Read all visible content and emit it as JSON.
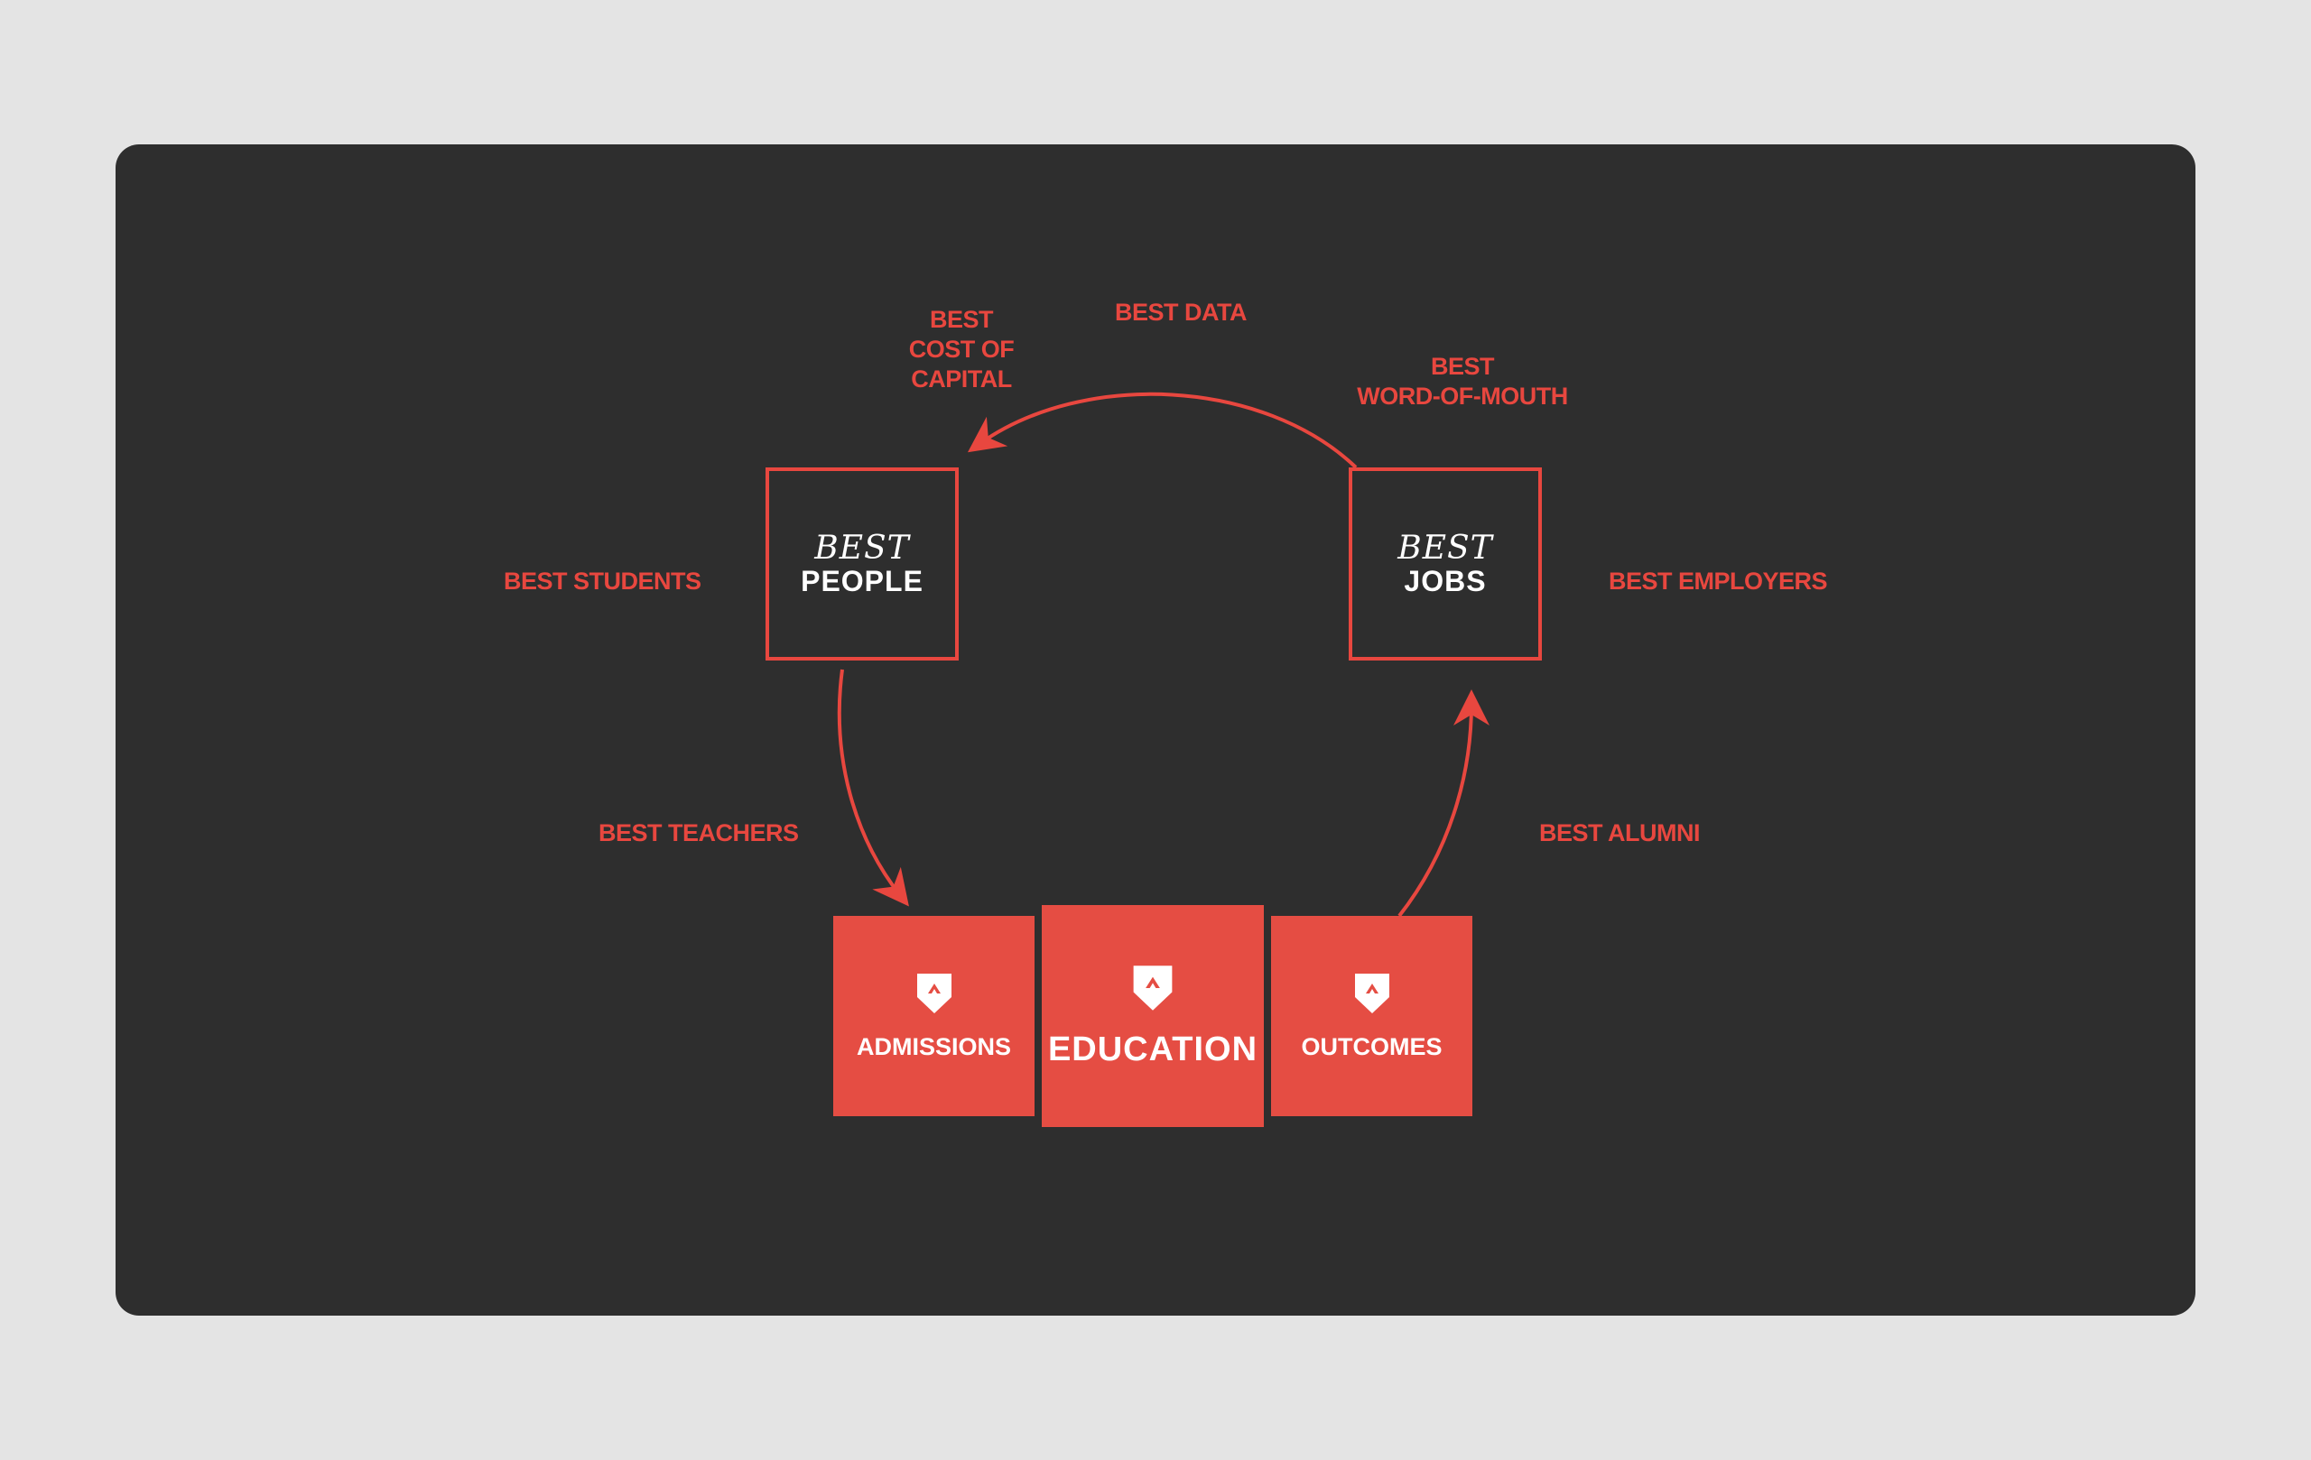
{
  "diagram": {
    "labels": {
      "best_cost_of_capital": [
        "BEST",
        "COST OF",
        "CAPITAL"
      ],
      "best_data": "BEST DATA",
      "best_word_of_mouth": [
        "BEST",
        "WORD-OF-MOUTH"
      ],
      "best_students": "BEST STUDENTS",
      "best_employers": "BEST EMPLOYERS",
      "best_teachers": "BEST TEACHERS",
      "best_alumni": "BEST ALUMNI"
    },
    "nodes": {
      "people": {
        "line1": "BEST",
        "line2": "PEOPLE"
      },
      "jobs": {
        "line1": "BEST",
        "line2": "JOBS"
      },
      "admissions": "ADMISSIONS",
      "education": "EDUCATION",
      "outcomes": "OUTCOMES"
    },
    "colors": {
      "accent": "#e8473f",
      "box_fill": "#e54d43",
      "card_bg": "#2e2e2e",
      "page_bg": "#e4e4e4"
    },
    "icons": {
      "shield": "shield-logo-icon",
      "arrow": "arrowhead"
    }
  }
}
